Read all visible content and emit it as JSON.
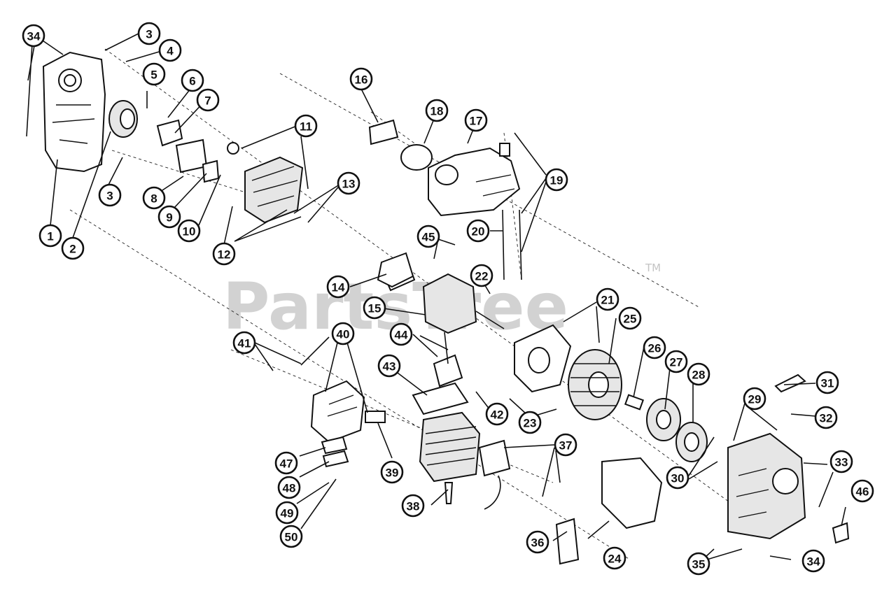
{
  "watermark": {
    "text": "PartsTree",
    "trademark": "TM"
  },
  "callouts": [
    "1",
    "2",
    "3",
    "3",
    "4",
    "5",
    "6",
    "7",
    "8",
    "9",
    "10",
    "11",
    "12",
    "13",
    "14",
    "15",
    "16",
    "17",
    "18",
    "19",
    "20",
    "21",
    "22",
    "23",
    "24",
    "25",
    "26",
    "27",
    "28",
    "29",
    "30",
    "31",
    "32",
    "33",
    "34",
    "34",
    "35",
    "36",
    "37",
    "38",
    "39",
    "40",
    "41",
    "42",
    "43",
    "44",
    "45",
    "46",
    "47",
    "48",
    "49",
    "50"
  ]
}
